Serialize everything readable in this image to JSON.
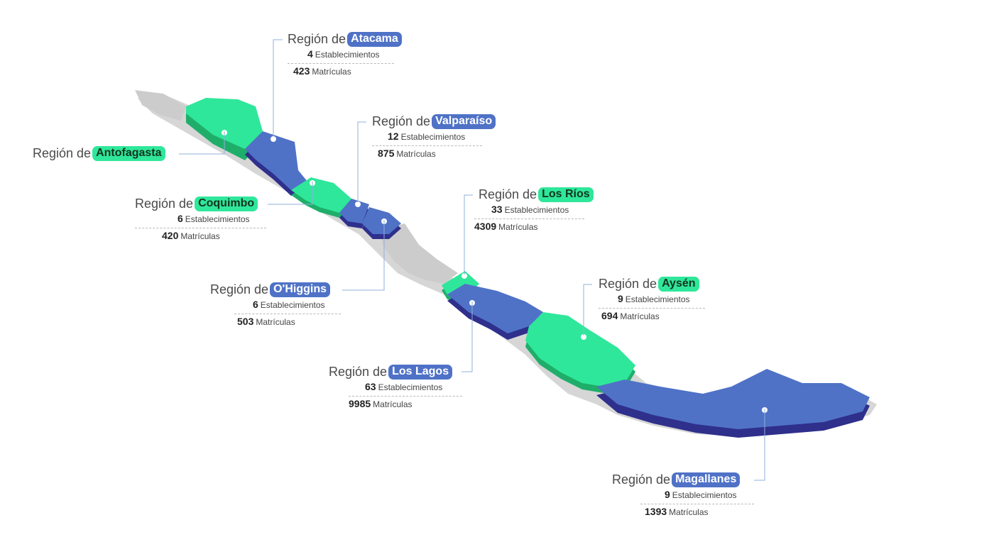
{
  "colors": {
    "blue": "#4f72c7",
    "blue_dark": "#2f2f8c",
    "green": "#2fe79a",
    "green_dark": "#1fae6a",
    "gray": "#c9c9c9",
    "leader": "#7aa5d8"
  },
  "regions": {
    "atacama": {
      "prefix": "Región de",
      "name": "Atacama",
      "color": "blue",
      "establecimientos": "4",
      "est_label": "Establecimientos",
      "matriculas": "423",
      "mat_label": "Matrículas"
    },
    "antofagasta": {
      "prefix": "Región de",
      "name": "Antofagasta",
      "color": "green"
    },
    "valparaiso": {
      "prefix": "Región de",
      "name": "Valparaíso",
      "color": "blue",
      "establecimientos": "12",
      "est_label": "Establecimientos",
      "matriculas": "875",
      "mat_label": "Matrículas"
    },
    "coquimbo": {
      "prefix": "Región de",
      "name": "Coquimbo",
      "color": "green",
      "establecimientos": "6",
      "est_label": "Establecimientos",
      "matriculas": "420",
      "mat_label": "Matrículas"
    },
    "los_rios": {
      "prefix": "Región de",
      "name": "Los Ríos",
      "color": "green",
      "establecimientos": "33",
      "est_label": "Establecimientos",
      "matriculas": "4309",
      "mat_label": "Matrículas"
    },
    "ohiggins": {
      "prefix": "Región de",
      "name": "O'Higgins",
      "color": "blue",
      "establecimientos": "6",
      "est_label": "Establecimientos",
      "matriculas": "503",
      "mat_label": "Matrículas"
    },
    "aysen": {
      "prefix": "Región de",
      "name": "Aysén",
      "color": "green",
      "establecimientos": "9",
      "est_label": "Establecimientos",
      "matriculas": "694",
      "mat_label": "Matrículas"
    },
    "los_lagos": {
      "prefix": "Región de",
      "name": "Los Lagos",
      "color": "blue",
      "establecimientos": "63",
      "est_label": "Establecimientos",
      "matriculas": "9985",
      "mat_label": "Matrículas"
    },
    "magallanes": {
      "prefix": "Región de",
      "name": "Magallanes",
      "color": "blue",
      "establecimientos": "9",
      "est_label": "Establecimientos",
      "matriculas": "1393",
      "mat_label": "Matrículas"
    }
  }
}
